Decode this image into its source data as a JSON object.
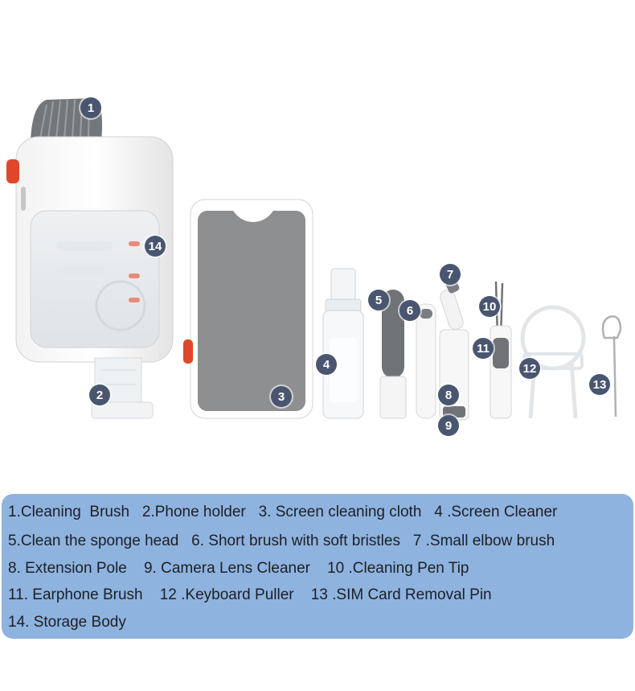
{
  "badges": [
    "1",
    "2",
    "3",
    "4",
    "5",
    "6",
    "7",
    "8",
    "9",
    "10",
    "11",
    "12",
    "13",
    "14"
  ],
  "legend_lines": [
    "1.Cleaning  Brush   2.Phone holder   3. Screen cleaning cloth   4 .Screen Cleaner",
    "5.Clean the sponge head   6. Short brush with soft bristles   7 .Small elbow brush",
    "8. Extension Pole    9. Camera Lens Cleaner    10 .Cleaning Pen Tip",
    "11. Earphone Brush    12 .Keyboard Puller    13 .SIM Card Removal Pin",
    "14. Storage Body"
  ],
  "colors": {
    "badge": "#4a5670",
    "legend_bg": "#8fb3df",
    "accent_orange": "#e0472a",
    "cloth_gray": "#8e8f91",
    "bristle_gray": "#6f7378"
  }
}
